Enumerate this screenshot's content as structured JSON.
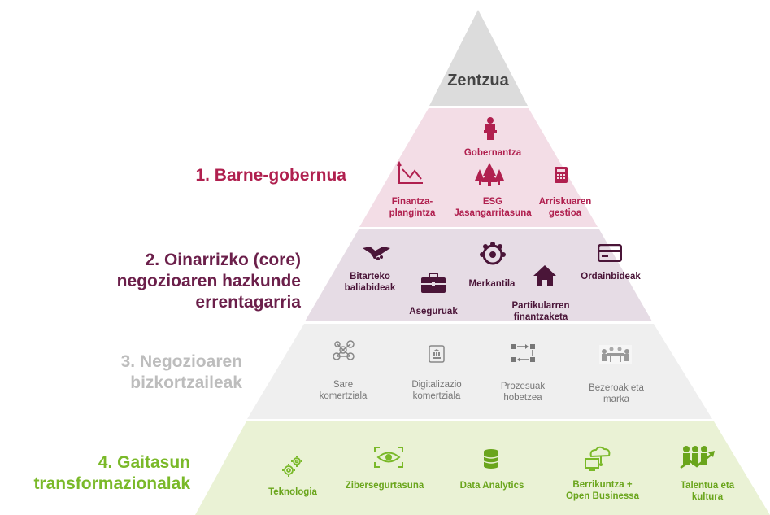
{
  "colors": {
    "top": "#dcdcdc",
    "level1_bg": "#f3dde6",
    "level1_text": "#b0204f",
    "level1_icon": "#b0204f",
    "level2_bg": "#e6dce5",
    "level2_text": "#6b1f4a",
    "level2_icon": "#4a1538",
    "level3_bg": "#efefef",
    "level3_text": "#bdbdbd",
    "level3_item_text": "#777777",
    "level4_bg": "#eaf2d5",
    "level4_text": "#7ab929",
    "level4_item_text": "#6aa51c"
  },
  "pyramid": {
    "top": {
      "title": "Zentzua"
    },
    "level1": {
      "label": "1. Barne-gobernua",
      "items": [
        {
          "label": "Gobernantza",
          "icon": "person-podium-icon"
        },
        {
          "label": "Finantza-\nplangintza",
          "icon": "chart-decline-icon"
        },
        {
          "label": "ESG\nJasangarritasuna",
          "icon": "trees-icon"
        },
        {
          "label": "Arriskuaren\ngestioa",
          "icon": "calculator-icon"
        }
      ]
    },
    "level2": {
      "label": "2. Oinarrizko (core)\nnegozioaren hazkunde\nerrentagarria",
      "items": [
        {
          "label": "Bitarteko\nbaliabideak",
          "icon": "handshake-icon"
        },
        {
          "label": "Aseguruak",
          "icon": "briefcase-icon"
        },
        {
          "label": "Merkantila",
          "icon": "people-circle-icon"
        },
        {
          "label": "Partikularren\nfinantzaketa",
          "icon": "house-icon"
        },
        {
          "label": "Ordainbideak",
          "icon": "credit-card-icon"
        }
      ]
    },
    "level3": {
      "label": "3. Negozioaren\nbizkortzaileak",
      "items": [
        {
          "label": "Sare\nkomertziala",
          "icon": "network-icon"
        },
        {
          "label": "Digitalizazio\nkomertziala",
          "icon": "bank-tablet-icon"
        },
        {
          "label": "Prozesuak\nhobetzea",
          "icon": "process-flow-icon"
        },
        {
          "label": "Bezeroak eta\nmarka",
          "icon": "meeting-icon"
        }
      ]
    },
    "level4": {
      "label": "4. Gaitasun\ntransformazionalak",
      "items": [
        {
          "label": "Teknologia",
          "icon": "gears-icon"
        },
        {
          "label": "Zibersegurtasuna",
          "icon": "eye-scan-icon"
        },
        {
          "label": "Data Analytics",
          "icon": "database-icon"
        },
        {
          "label": "Berrikuntza +\nOpen Businessa",
          "icon": "cloud-computer-icon"
        },
        {
          "label": "Talentua eta\nkultura",
          "icon": "team-growth-icon"
        }
      ]
    }
  }
}
